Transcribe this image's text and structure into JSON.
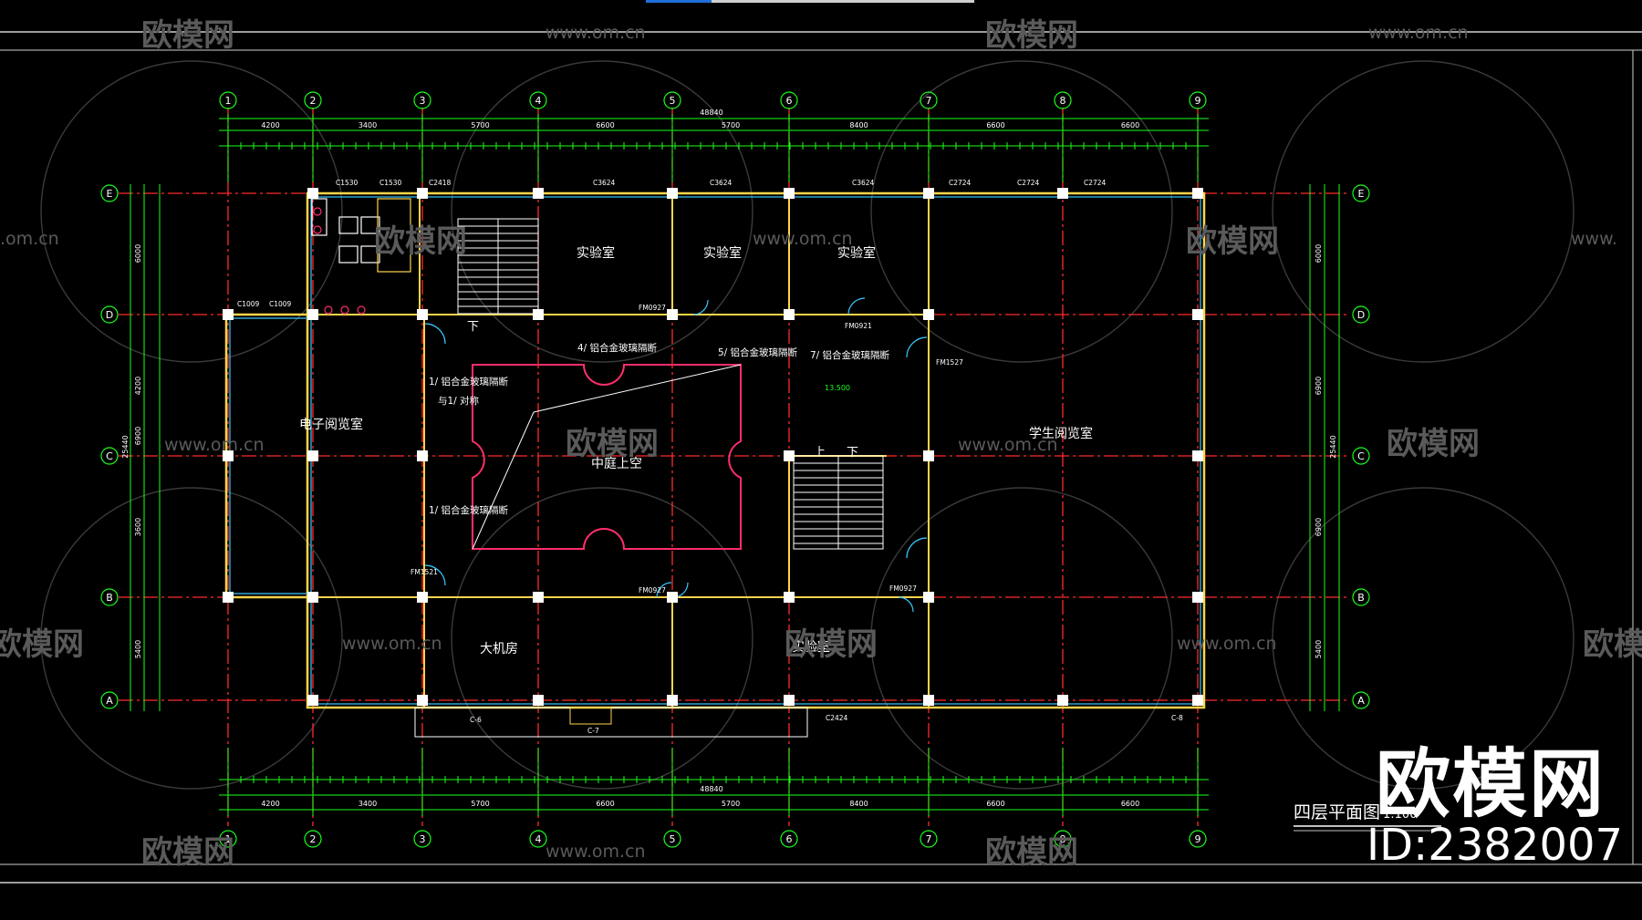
{
  "drawing": {
    "title": "四层平面图",
    "scale": "1:100",
    "colors": {
      "background": "#000000",
      "grid_axis": "#ff2a2a",
      "dimension": "#19ff19",
      "wall": "#ffd54a",
      "glass": "#38c8ff",
      "atrium": "#ff2e6a",
      "text": "#ffffff"
    }
  },
  "watermark": {
    "brand": "欧模网",
    "site": "www.om.cn",
    "side_fragment_left": ".om.cn",
    "side_fragment_right": "www.",
    "logo_text": "欧模网",
    "id_label": "ID:2382007"
  },
  "grid": {
    "columns": [
      "1",
      "2",
      "3",
      "4",
      "5",
      "6",
      "7",
      "8",
      "9"
    ],
    "rows": [
      "E",
      "D",
      "C",
      "B",
      "A"
    ]
  },
  "dimensions": {
    "overall": "48840",
    "top_bays": [
      "4200",
      "3400",
      "5700",
      "6600",
      "5700",
      "8400",
      "6600",
      "6600"
    ],
    "bottom_bays": [
      "4200",
      "3400",
      "5700",
      "6600",
      "5700",
      "8400",
      "6600",
      "6600"
    ],
    "left_side": [
      "6000",
      "4200",
      "6900",
      "3600",
      "5400"
    ],
    "right_side": [
      "6000",
      "6900",
      "6900",
      "5400"
    ],
    "overall_side": "25440"
  },
  "rooms": {
    "lab_1": "实验室",
    "lab_2": "实验室",
    "lab_3": "实验室",
    "lab_4": "实验室",
    "e_reading": "电子阅览室",
    "student_reading": "学生阅览室",
    "atrium": "中庭上空",
    "server_room": "大机房"
  },
  "notes": {
    "partition_1": "1/ 铝合金玻璃隔断",
    "partition_2": "4/ 铝合金玻璃隔断",
    "partition_3": "5/ 铝合金玻璃隔断",
    "partition_4": "7/ 铝合金玻璃隔断",
    "partition_5": "1/ 铝合金玻璃隔断",
    "symmetric": "与1/ 对称",
    "up": "上",
    "down": "下",
    "down2": "下",
    "elev": "13.500"
  },
  "openings": {
    "c1530a": "C1530",
    "c1530b": "C1530",
    "c2418": "C2418",
    "c3624a": "C3624",
    "c3624b": "C3624",
    "c3624c": "C3624",
    "c2724a": "C2724",
    "c2724b": "C2724",
    "c2724c": "C2724",
    "c1009a": "C1009",
    "c1009b": "C1009",
    "fm0927a": "FM0927",
    "fm0927b": "FM0927",
    "fm0927c": "FM0927",
    "fm0921a": "FM0921",
    "fm1521": "FM1521",
    "fm1527": "FM1527",
    "c6": "C-6",
    "c7": "C-7",
    "c8": "C-8",
    "c2424": "C2424"
  }
}
